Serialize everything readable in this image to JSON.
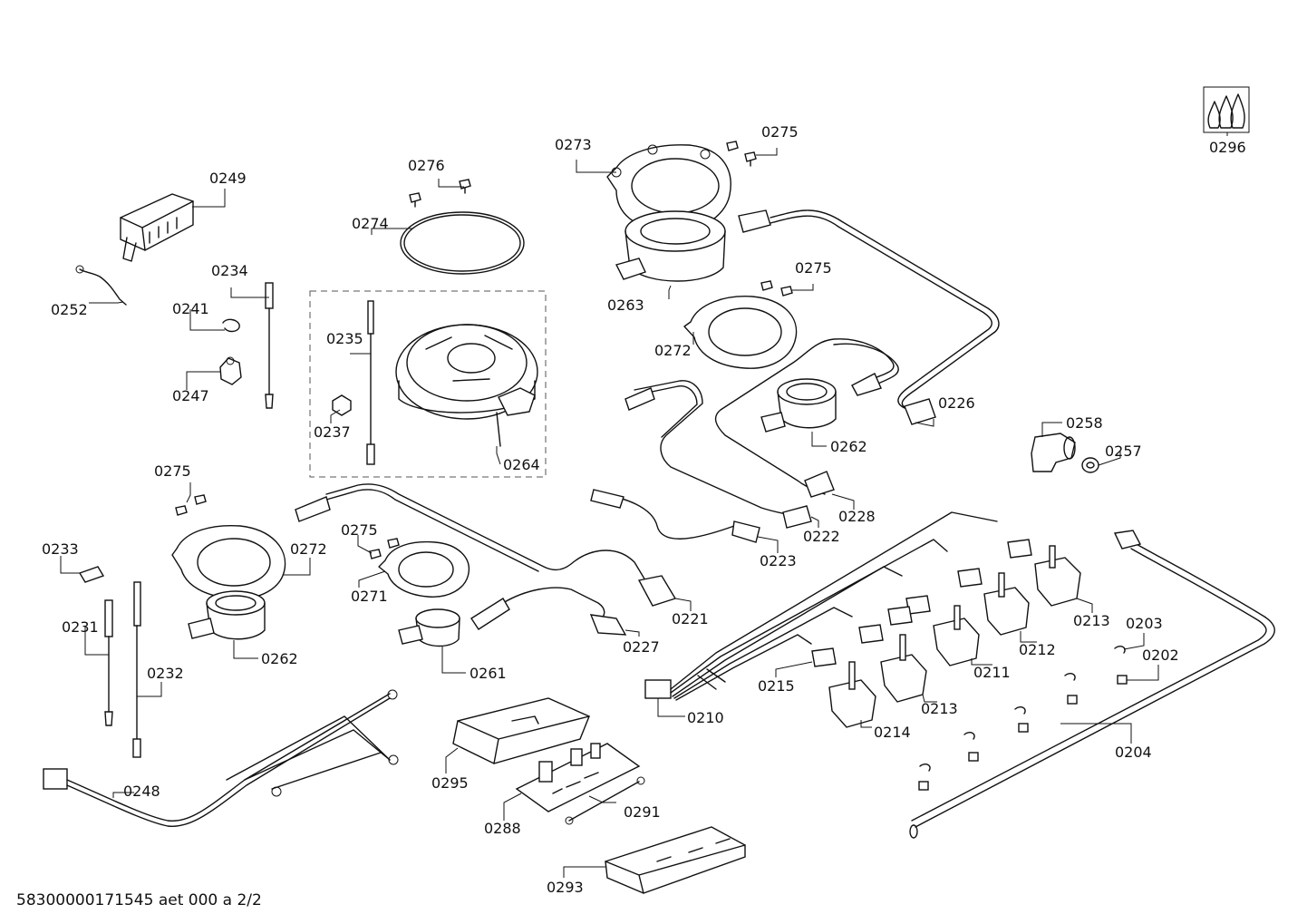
{
  "diagram": {
    "footer_text": "58300000171545 aet 000 a 2/2",
    "gas_symbol_icon": "three-flames-icon",
    "callouts": {
      "c0296": "0296",
      "c0273": "0273",
      "c0275a": "0275",
      "c0249": "0249",
      "c0276": "0276",
      "c0274": "0274",
      "c0263": "0263",
      "c0275b": "0275",
      "c0272a": "0272",
      "c0252": "0252",
      "c0234": "0234",
      "c0241": "0241",
      "c0235": "0235",
      "c0247": "0247",
      "c0237": "0237",
      "c0264": "0264",
      "c0226": "0226",
      "c0262a": "0262",
      "c0258": "0258",
      "c0257": "0257",
      "c0275c": "0275",
      "c0228": "0228",
      "c0222": "0222",
      "c0223": "0223",
      "c0233": "0233",
      "c0272b": "0272",
      "c0275d": "0275",
      "c0271": "0271",
      "c0221": "0221",
      "c0231": "0231",
      "c0262b": "0262",
      "c0227": "0227",
      "c0261": "0261",
      "c0213a": "0213",
      "c0203": "0203",
      "c0212": "0212",
      "c0202": "0202",
      "c0232": "0232",
      "c0211": "0211",
      "c0215": "0215",
      "c0213b": "0213",
      "c0210": "0210",
      "c0214": "0214",
      "c0204": "0204",
      "c0248": "0248",
      "c0295": "0295",
      "c0291": "0291",
      "c0288": "0288",
      "c0293": "0293"
    }
  }
}
